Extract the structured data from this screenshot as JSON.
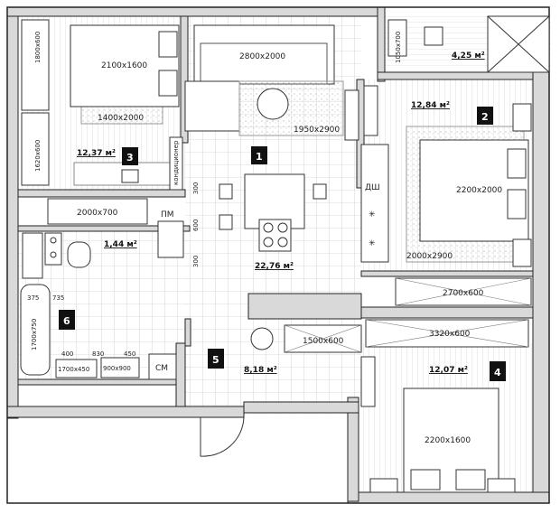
{
  "rooms": [
    {
      "id": "1",
      "area": "22,76 м²"
    },
    {
      "id": "2",
      "area": "12,84 м²"
    },
    {
      "id": "3",
      "area": "12,37 м²"
    },
    {
      "id": "4",
      "area": "12,07 м²"
    },
    {
      "id": "5",
      "area": "8,18 м²"
    },
    {
      "id": "6",
      "area": ""
    }
  ],
  "small_areas": {
    "balcony": "4,25 м²",
    "wc": "1,44 м²"
  },
  "furniture": {
    "bed3": "2100x1600",
    "rug3": "1400x2000",
    "wardrobe3_top": "1800x600",
    "wardrobe3_bottom": "1620x600",
    "shelf3": "2000x700",
    "sofa": "2800x2000",
    "rug1": "1950x2900",
    "balcony_table": "1050x700",
    "bed2": "2200x2000",
    "rug2": "2000x2900",
    "wardrobe2": "2700x600",
    "wardrobe4": "3320x600",
    "bed4": "2200x1600",
    "hall_wardrobe": "1500x600",
    "bath": "1700x750",
    "bath_a": "375",
    "bath_b": "735",
    "sink_dim": "400",
    "sink_w": "830",
    "sink_r": "450",
    "sink_box": "1700x450",
    "shower": "900x900",
    "dim_300a": "300",
    "dim_600": "600",
    "dim_300b": "300"
  },
  "appliances": {
    "dishwasher": "ДШ",
    "pm": "ПМ",
    "sm": "СМ"
  },
  "ac_label": "кондиционер"
}
